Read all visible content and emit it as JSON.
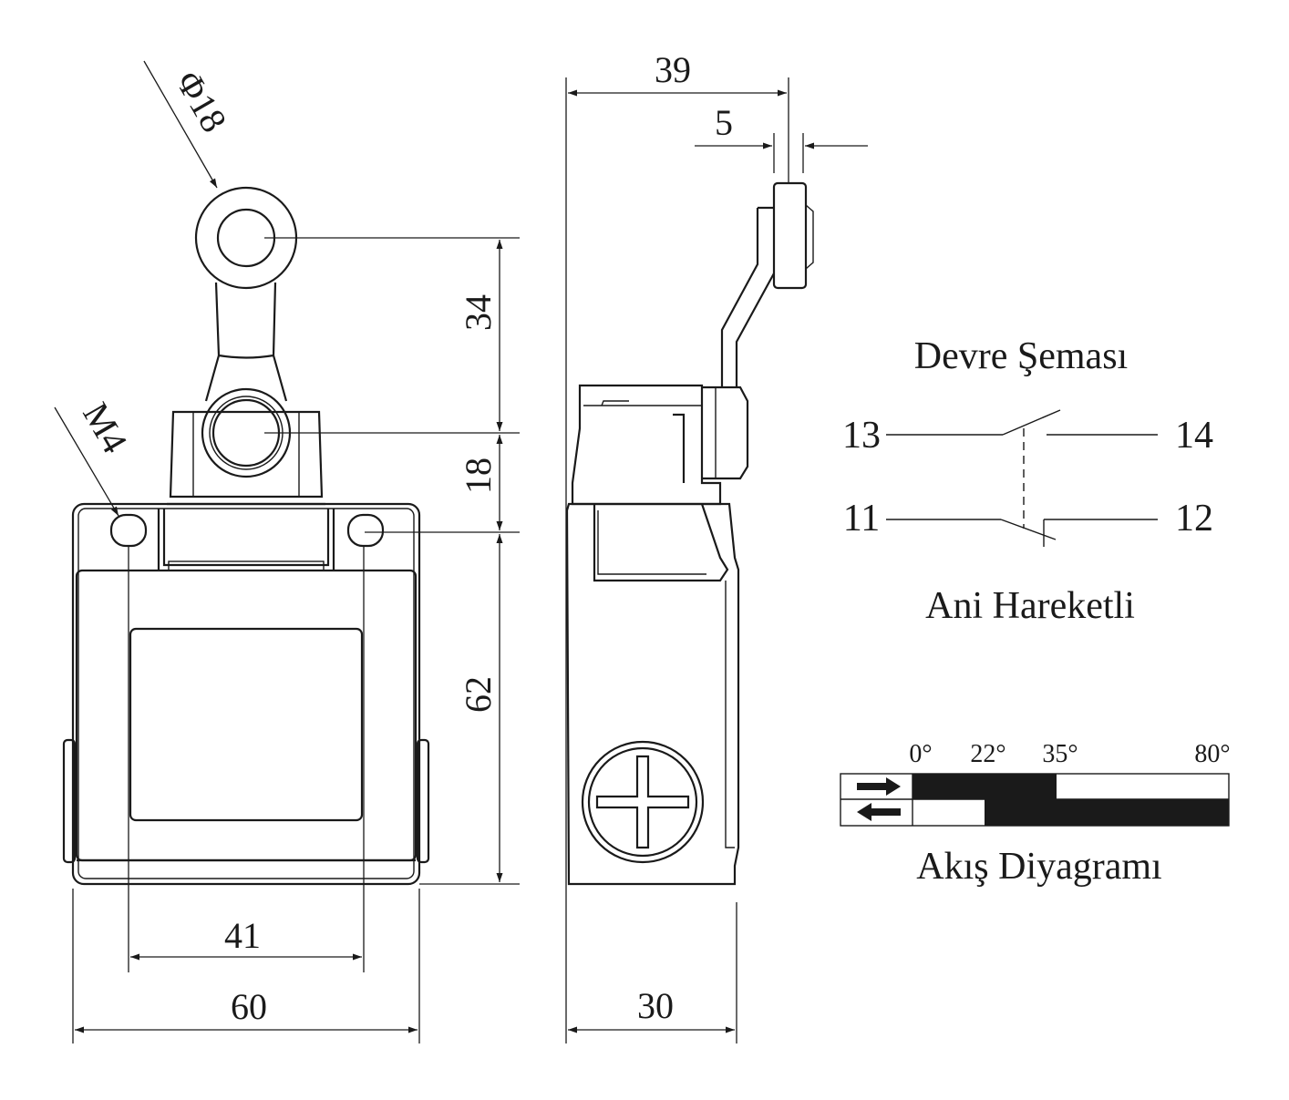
{
  "front_view": {
    "diameter_label": "Φ18",
    "thread_label": "M4",
    "dim_width_inner": "41",
    "dim_width_total": "60",
    "dim_roller_offset": "34",
    "dim_head_offset": "18",
    "dim_body_height": "62"
  },
  "side_view": {
    "dim_total_depth": "39",
    "dim_roller_width": "5",
    "dim_body_depth": "30"
  },
  "circuit": {
    "title": "Devre Şeması",
    "terminal_13": "13",
    "terminal_14": "14",
    "terminal_11": "11",
    "terminal_12": "12",
    "subtitle": "Ani Hareketli"
  },
  "flow": {
    "title": "Akış Diyagramı",
    "angles": [
      "0°",
      "22°",
      "35°",
      "80°"
    ]
  }
}
